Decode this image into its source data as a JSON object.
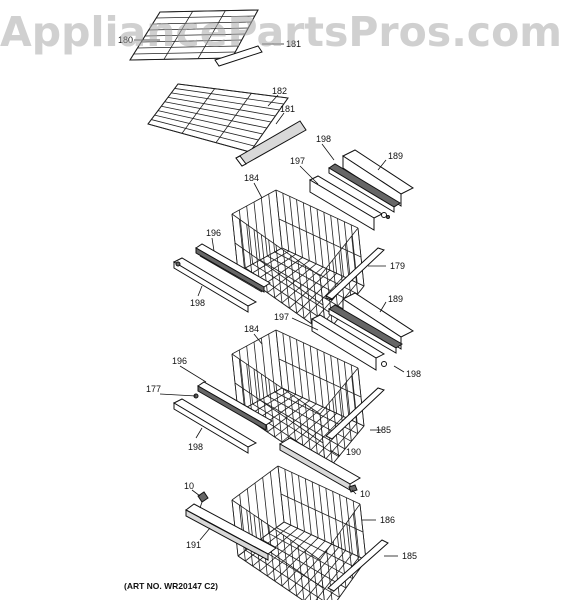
{
  "watermark": "AppliancePartsPros.com",
  "art_number": "(ART NO. WR20147 C2)",
  "callouts": {
    "shelf_top_a": "180",
    "shelf_top_b": "181",
    "shelf_182": "182",
    "trim_181": "181",
    "rail_198_top": "198",
    "slide_189_top": "189",
    "slide_197_top": "197",
    "basket_184_top": "184",
    "rail_196_top": "196",
    "front_179": "179",
    "rail_198_left_top": "198",
    "slide_189_mid": "189",
    "slide_197_mid": "197",
    "basket_184_mid": "184",
    "rail_198_right_mid": "198",
    "rail_196_mid": "196",
    "clip_177": "177",
    "front_185_mid": "185",
    "rail_198_left_mid": "198",
    "cover_190": "190",
    "screw_10_left": "10",
    "screw_10_right": "10",
    "basket_186": "186",
    "rail_191": "191",
    "front_185_bottom": "185"
  },
  "colors": {
    "line": "#111111",
    "watermark": "#aaaaaa",
    "background": "#ffffff"
  }
}
